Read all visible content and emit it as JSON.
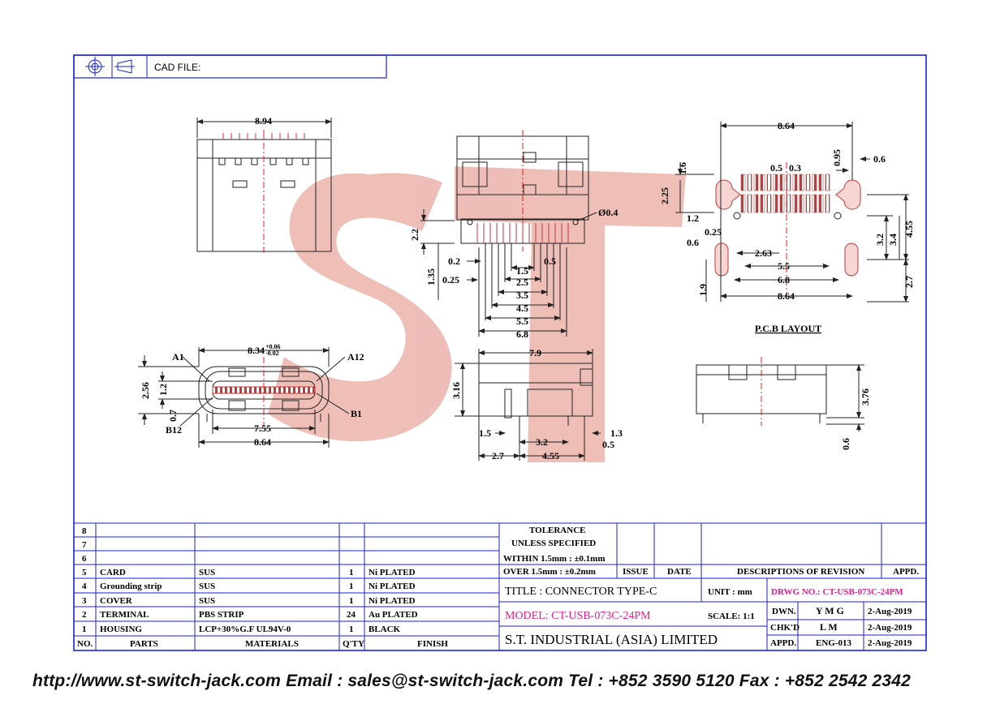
{
  "header": {
    "cad_label": "CAD FILE:",
    "icons": [
      "crosshair-target-icon",
      "projection-cone-icon"
    ]
  },
  "watermark": {
    "text": "ST",
    "color": "#e9a89f"
  },
  "colors": {
    "frame_blue": "#1a22d6",
    "magenta": "#e0208c",
    "drawing": "#222222",
    "hatch_red": "#c23a3a"
  },
  "top_view": {
    "width_dim": "8.94"
  },
  "side_top_view": {
    "phi": "Ø0.4",
    "dims": {
      "h22": "2.2",
      "h135": "1.35",
      "d02": "0.2",
      "d025": "0.25",
      "d15": "1.5",
      "d05": "0.5",
      "d25": "2.5",
      "d35": "3.5",
      "d45": "4.5",
      "d55": "5.5",
      "d68": "6.8"
    }
  },
  "front_view": {
    "width_dim": "8.34",
    "tol_plus": "+0.06",
    "tol_minus": "-0.02",
    "a1": "A1",
    "a12": "A12",
    "b1": "B1",
    "b12": "B12",
    "h256": "2.56",
    "h12": "1.2",
    "h07": "0.7",
    "w755": "7.55",
    "w864": "8.64"
  },
  "side_view": {
    "w79": "7.9",
    "h316": "3.16",
    "d15": "1.5",
    "d13": "1.3",
    "d32": "3.2",
    "d05": "0.5",
    "d27": "2.7",
    "d455": "4.55"
  },
  "pcb_layout": {
    "title": "P.C.B LAYOUT",
    "dims": {
      "w864top": "8.64",
      "d05": "0.5",
      "d03": "0.3",
      "d095": "0.95",
      "d06r": "0.6",
      "d16": "1.6",
      "d225": "2.25",
      "d12": "1.2",
      "d025": "0.25",
      "d06l": "0.6",
      "d263": "2.63",
      "d55": "5.5",
      "d68": "6.8",
      "d864b": "8.64",
      "d19": "1.9",
      "d32": "3.2",
      "d34": "3.4",
      "d455": "4.55",
      "d27": "2.7"
    }
  },
  "end_view": {
    "h376": "3.76",
    "h06": "0.6"
  },
  "parts_table": {
    "headers": {
      "no": "NO.",
      "parts": "PARTS",
      "materials": "MATERIALS",
      "qty": "Q'TY",
      "finish": "FINISH"
    },
    "rows": [
      {
        "no": "8",
        "part": "",
        "material": "",
        "qty": "",
        "finish": ""
      },
      {
        "no": "7",
        "part": "",
        "material": "",
        "qty": "",
        "finish": ""
      },
      {
        "no": "6",
        "part": "",
        "material": "",
        "qty": "",
        "finish": ""
      },
      {
        "no": "5",
        "part": "CARD",
        "material": "SUS",
        "qty": "1",
        "finish": "Ni PLATED"
      },
      {
        "no": "4",
        "part": "Grounding strip",
        "material": "SUS",
        "qty": "1",
        "finish": "Ni PLATED"
      },
      {
        "no": "3",
        "part": "COVER",
        "material": "SUS",
        "qty": "1",
        "finish": "Ni PLATED"
      },
      {
        "no": "2",
        "part": "TERMINAL",
        "material": "PBS STRIP",
        "qty": "24",
        "finish": "Au PLATED"
      },
      {
        "no": "1",
        "part": "HOUSING",
        "material": "LCP+30%G.F UL94V-0",
        "qty": "1",
        "finish": "BLACK"
      }
    ]
  },
  "tolerance": {
    "line1": "TOLERANCE",
    "line2": "UNLESS   SPECIFIED",
    "within": "WITHIN  1.5mm : ±0.1mm",
    "over": "OVER    1.5mm : ±0.2mm"
  },
  "revision": {
    "issue": "ISSUE",
    "date": "DATE",
    "desc": "DESCRIPTIONS  OF  REVISION",
    "appd": "APPD."
  },
  "title_block": {
    "title": "TITLE : CONNECTOR TYPE-C",
    "unit": "UNIT :   mm",
    "drwg": "DRWG NO.: CT-USB-073C-24PM",
    "model": "MODEL: CT-USB-073C-24PM",
    "scale": "SCALE:  1:1",
    "company": "S.T.  INDUSTRIAL  (ASIA)  LIMITED",
    "dwn_label": "DWN.",
    "dwn_by": "Y M G",
    "dwn_date": "2-Aug-2019",
    "chk_label": "CHK'D",
    "chk_by": "L M",
    "chk_date": "2-Aug-2019",
    "appd_label": "APPD.",
    "appd_by": "ENG-013",
    "appd_date": "2-Aug-2019"
  },
  "footer": {
    "text": "http://www.st-switch-jack.com  Email : sales@st-switch-jack.com  Tel : +852 3590 5120  Fax : +852 2542 2342"
  }
}
